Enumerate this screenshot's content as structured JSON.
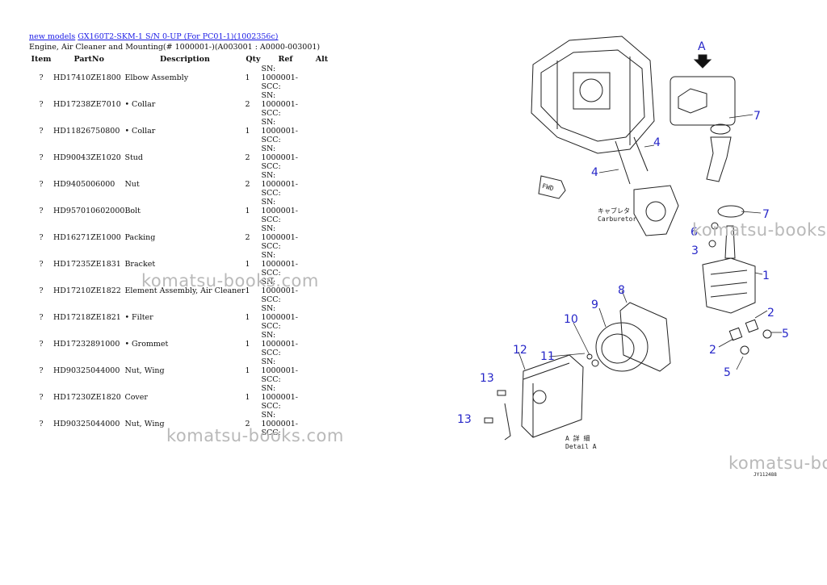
{
  "breadcrumb": {
    "link1": "new models",
    "link2": "GX160T2-SKM-1 S/N 0-UP (For PC01-1)(1002356c)"
  },
  "subtitle": "Engine, Air Cleaner and Mounting(# 1000001-)(A003001 : A0000-003001)",
  "table": {
    "headers": [
      "Item",
      "PartNo",
      "Description",
      "Qty",
      "Ref",
      "Alt"
    ],
    "rows": [
      {
        "item": "?",
        "partno": "HD17410ZE1800",
        "desc": "Elbow Assembly",
        "qty": "1",
        "ref": "SN: 1000001-SCC:"
      },
      {
        "item": "?",
        "partno": "HD17238ZE7010",
        "desc": "• Collar",
        "qty": "2",
        "ref": "SN: 1000001-SCC:"
      },
      {
        "item": "?",
        "partno": "HD11826750800",
        "desc": "• Collar",
        "qty": "1",
        "ref": "SN: 1000001-SCC:"
      },
      {
        "item": "?",
        "partno": "HD90043ZE1020",
        "desc": "Stud",
        "qty": "2",
        "ref": "SN: 1000001-SCC:"
      },
      {
        "item": "?",
        "partno": "HD9405006000",
        "desc": "Nut",
        "qty": "2",
        "ref": "SN: 1000001-SCC:"
      },
      {
        "item": "?",
        "partno": "HD957010602000",
        "desc": "Bolt",
        "qty": "1",
        "ref": "SN: 1000001-SCC:"
      },
      {
        "item": "?",
        "partno": "HD16271ZE1000",
        "desc": "Packing",
        "qty": "2",
        "ref": "SN: 1000001-SCC:"
      },
      {
        "item": "?",
        "partno": "HD17235ZE1831",
        "desc": "Bracket",
        "qty": "1",
        "ref": "SN: 1000001-SCC:"
      },
      {
        "item": "?",
        "partno": "HD17210ZE1822",
        "desc": "Element Assembly, Air Cleaner",
        "qty": "1",
        "ref": "SN: 1000001-SCC:"
      },
      {
        "item": "?",
        "partno": "HD17218ZE1821",
        "desc": "• Filter",
        "qty": "1",
        "ref": "SN: 1000001-SCC:"
      },
      {
        "item": "?",
        "partno": "HD17232891000",
        "desc": "• Grommet",
        "qty": "1",
        "ref": "SN: 1000001-SCC:"
      },
      {
        "item": "?",
        "partno": "HD90325044000",
        "desc": "Nut, Wing",
        "qty": "1",
        "ref": "SN: 1000001-SCC:"
      },
      {
        "item": "?",
        "partno": "HD17230ZE1820",
        "desc": "Cover",
        "qty": "1",
        "ref": "SN: 1000001-SCC:"
      },
      {
        "item": "?",
        "partno": "HD90325044000",
        "desc": "Nut, Wing",
        "qty": "2",
        "ref": "SN: 1000001-SCC:"
      }
    ]
  },
  "watermarks": {
    "text": "komatsu-books.com",
    "text_cut": "komatsu-bo"
  },
  "diagram": {
    "arrow_label": "A",
    "fwd": "FWD",
    "carb_jp": "キャブレタ",
    "carb_en": "Carburetor",
    "detail_jp": "A 詳 細",
    "detail_en": "Detail A",
    "code": "JY112488",
    "callouts": [
      "1",
      "2",
      "2",
      "3",
      "4",
      "4",
      "5",
      "5",
      "6",
      "7",
      "7",
      "8",
      "9",
      "10",
      "11",
      "12",
      "13",
      "13"
    ]
  },
  "colors": {
    "link": "#1a1ae6",
    "callout": "#2626c8",
    "watermark": "#b9b9b9"
  }
}
